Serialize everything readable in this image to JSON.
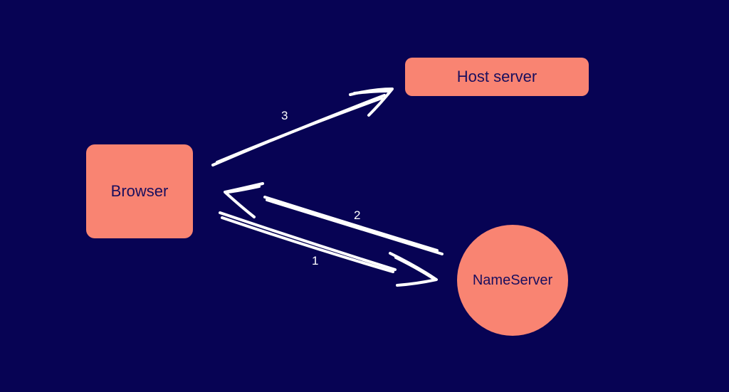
{
  "diagram": {
    "background_color": "#070354",
    "node_color": "#f98472",
    "nodes": {
      "host_server": "Host server",
      "browser": "Browser",
      "nameserver": "NameServer"
    },
    "edges": [
      {
        "label": "1",
        "from": "Browser",
        "to": "NameServer"
      },
      {
        "label": "2",
        "from": "NameServer",
        "to": "Browser"
      },
      {
        "label": "3",
        "from": "Browser",
        "to": "Host server"
      }
    ]
  }
}
